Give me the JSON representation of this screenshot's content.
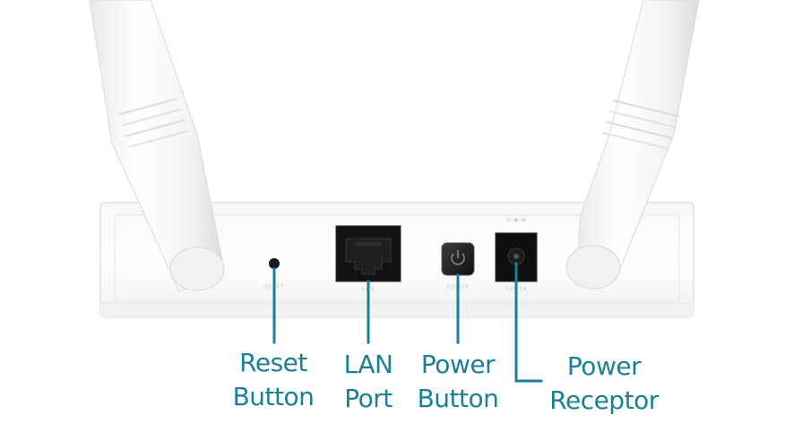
{
  "callouts": [
    {
      "id": "reset",
      "lines": [
        "Reset",
        "Button"
      ]
    },
    {
      "id": "lan",
      "lines": [
        "LAN",
        "Port"
      ]
    },
    {
      "id": "power-button",
      "lines": [
        "Power",
        "Button"
      ]
    },
    {
      "id": "power-receptor",
      "lines": [
        "Power",
        "Receptor"
      ]
    }
  ],
  "colors": {
    "callout_text": "#1a7f98",
    "leader_line": "#1a7f98",
    "device_body": "#ffffff",
    "device_shadow": "#e3e3e3"
  },
  "icons": {
    "power_button_symbol": "power-icon"
  }
}
